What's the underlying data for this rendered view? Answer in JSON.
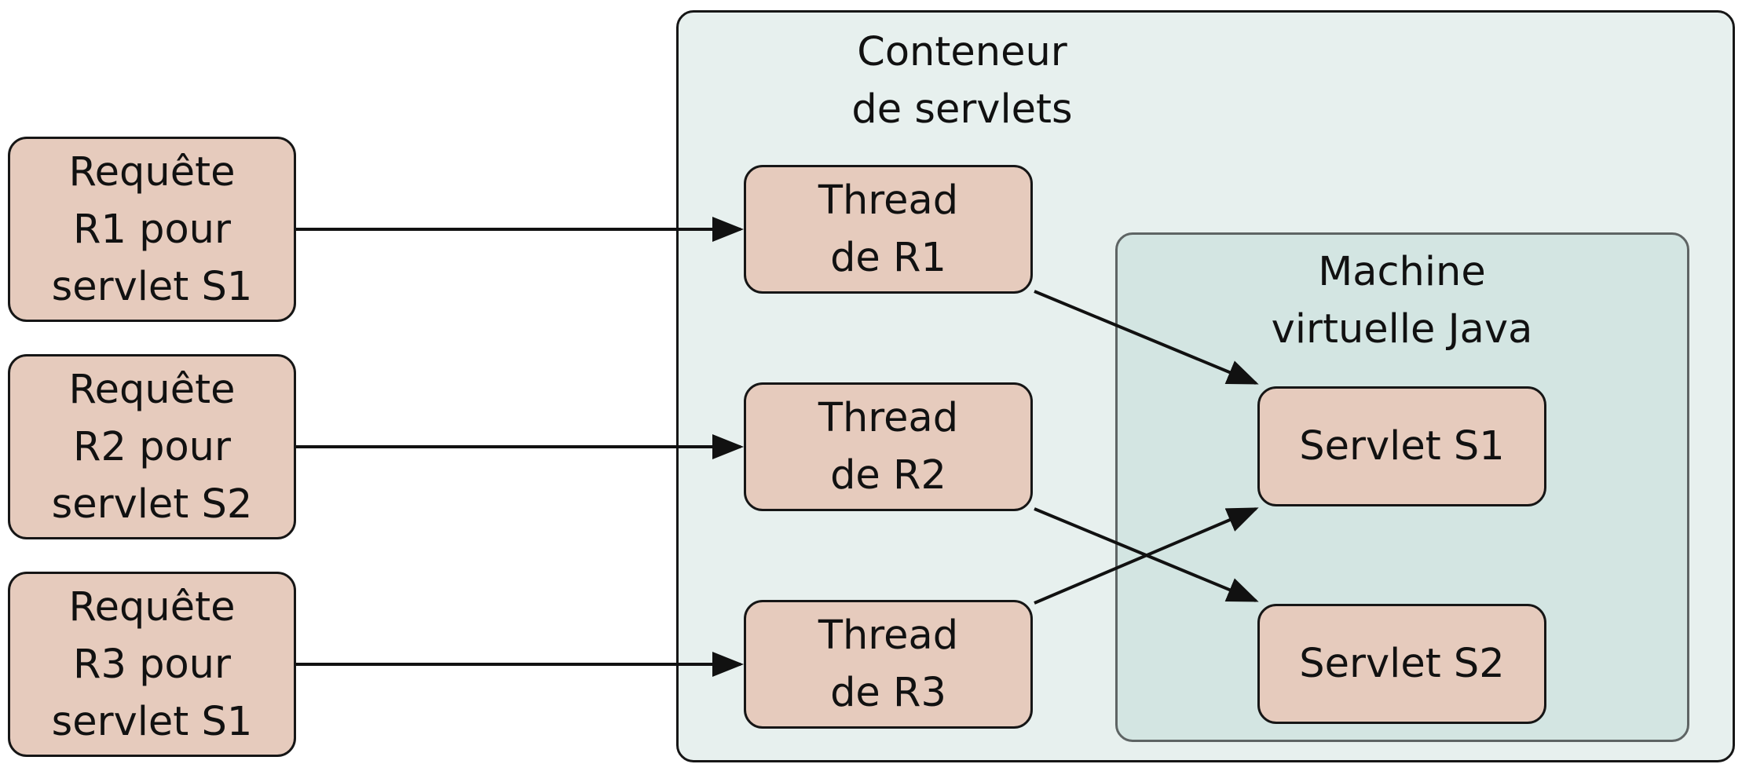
{
  "colors": {
    "container_bg": "#e7f0ee",
    "jvm_bg": "#d3e5e2",
    "node_bg": "#e6cbbd",
    "stroke": "#161616"
  },
  "container": {
    "title": "Conteneur\nde servlets"
  },
  "jvm": {
    "title": "Machine\nvirtuelle Java"
  },
  "requests": [
    {
      "label": "Requête\nR1 pour\nservlet S1"
    },
    {
      "label": "Requête\nR2 pour\nservlet S2"
    },
    {
      "label": "Requête\nR3 pour\nservlet S1"
    }
  ],
  "threads": [
    {
      "label": "Thread\nde R1"
    },
    {
      "label": "Thread\nde R2"
    },
    {
      "label": "Thread\nde R3"
    }
  ],
  "servlets": [
    {
      "label": "Servlet S1"
    },
    {
      "label": "Servlet S2"
    }
  ],
  "edges": [
    {
      "from": "request-1",
      "to": "thread-1"
    },
    {
      "from": "request-2",
      "to": "thread-2"
    },
    {
      "from": "request-3",
      "to": "thread-3"
    },
    {
      "from": "thread-1",
      "to": "servlet-1"
    },
    {
      "from": "thread-2",
      "to": "servlet-2"
    },
    {
      "from": "thread-3",
      "to": "servlet-1"
    }
  ]
}
